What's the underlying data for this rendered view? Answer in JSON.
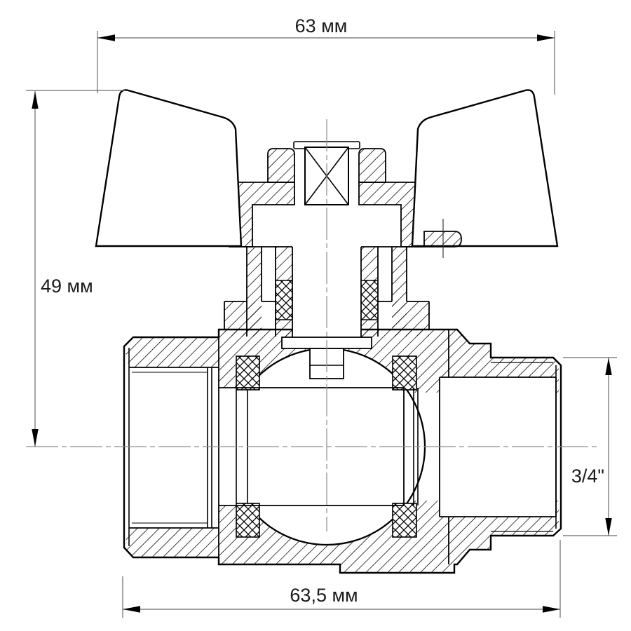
{
  "drawing": {
    "title": "ball-valve-cross-section",
    "dimensions": {
      "top_width": {
        "label": "63 мм"
      },
      "height": {
        "label": "49 мм"
      },
      "thread_size": {
        "label": "3/4\""
      },
      "bottom_width": {
        "label": "63,5 мм"
      }
    },
    "colors": {
      "background": "#ffffff",
      "outline": "#000000",
      "dimension_line": "#6a6a6a",
      "centerline": "#8d8d8d",
      "text": "#1b1b1b"
    }
  }
}
